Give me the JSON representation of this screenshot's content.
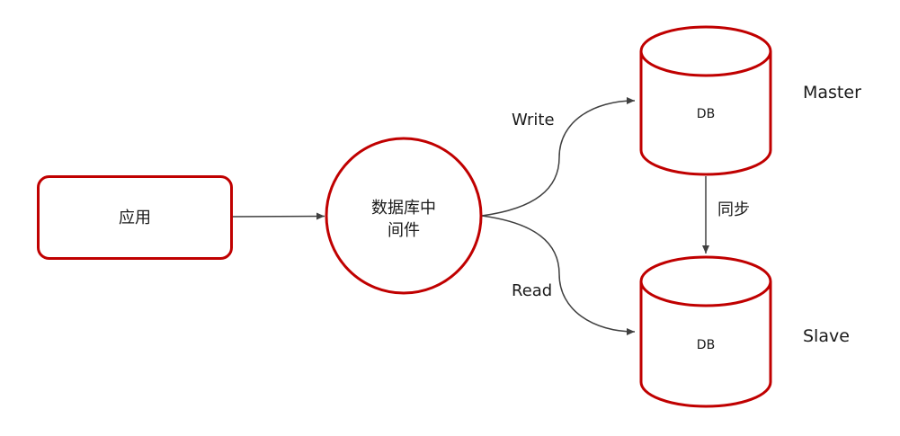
{
  "nodes": {
    "app": {
      "label": "应用"
    },
    "middleware": {
      "label_line1": "数据库中",
      "label_line2": "间件"
    },
    "master_db": {
      "label": "DB",
      "role": "Master"
    },
    "slave_db": {
      "label": "DB",
      "role": "Slave"
    }
  },
  "edges": {
    "write": {
      "label": "Write"
    },
    "read": {
      "label": "Read"
    },
    "sync": {
      "label": "同步"
    }
  },
  "colors": {
    "node_stroke": "#c00000",
    "edge_stroke": "#404040",
    "text": "#1a1a1a"
  }
}
